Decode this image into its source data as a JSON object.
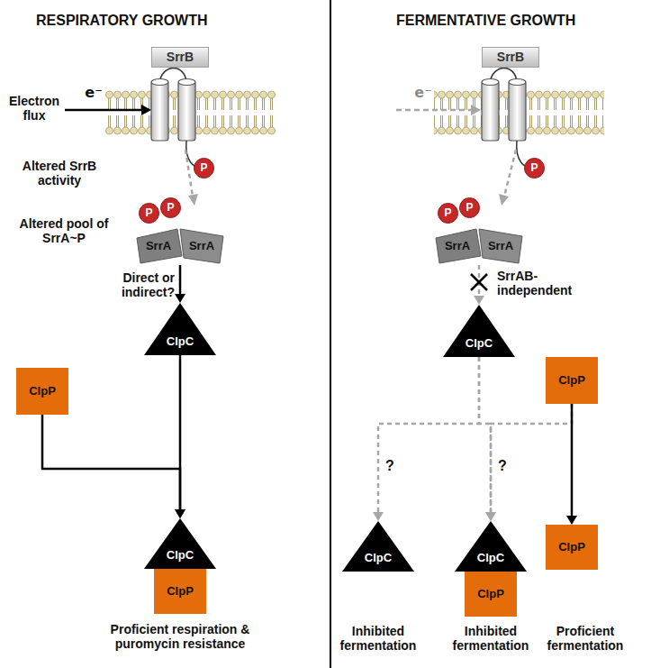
{
  "diagram": {
    "nodes": [
      {
        "text": [
          "SrrB"
        ]
      },
      {
        "text": [
          "P"
        ]
      },
      {
        "text": [
          "P"
        ]
      },
      {
        "text": [
          "P"
        ]
      },
      {
        "text": [
          "SrrA",
          "SrrA"
        ]
      },
      {
        "text": [
          "ClpC"
        ]
      },
      {
        "text": [
          "ClpP"
        ]
      },
      {
        "text": [
          "ClpC"
        ]
      },
      {
        "text": [
          "ClpP"
        ]
      },
      {
        "text": [
          "SrrB"
        ]
      },
      {
        "text": [
          "P"
        ]
      },
      {
        "text": [
          "P"
        ]
      },
      {
        "text": [
          "P"
        ]
      },
      {
        "text": [
          "SrrA",
          "SrrA"
        ]
      },
      {
        "text": [
          "ClpC"
        ]
      },
      {
        "text": [
          "ClpP"
        ]
      },
      {
        "text": [
          "ClpC"
        ]
      },
      {
        "text": [
          "ClpC"
        ]
      },
      {
        "text": [
          "ClpP"
        ]
      },
      {
        "text": [
          "ClpP"
        ]
      }
    ],
    "edges": [
      {
        "from": 4,
        "to": 5,
        "arrow": "to"
      },
      {
        "from": 6,
        "to": 7,
        "arrow": "to"
      },
      {
        "from": 5,
        "to": 7,
        "arrow": "to"
      },
      {
        "from": 13,
        "to": 14,
        "arrow": "to"
      },
      {
        "from": 14,
        "to": 16,
        "arrow": "to"
      },
      {
        "from": 14,
        "to": 17,
        "arrow": "to"
      },
      {
        "from": 15,
        "to": 17,
        "arrow": "to"
      },
      {
        "from": 15,
        "to": 19,
        "arrow": "to"
      }
    ],
    "labels": [
      "RESPIRATORY GROWTH",
      "FERMENTATIVE GROWTH",
      "Electron flux",
      "e⁻",
      "Altered SrrB activity",
      "Altered pool of SrrA~P",
      "Direct or indirect?",
      "Proficient respiration & puromycin resistance",
      "e⁻",
      "SrrAB-independent",
      "?",
      "?",
      "Inhibited fermentation",
      "Inhibited fermentation",
      "Proficient fermentation"
    ]
  }
}
